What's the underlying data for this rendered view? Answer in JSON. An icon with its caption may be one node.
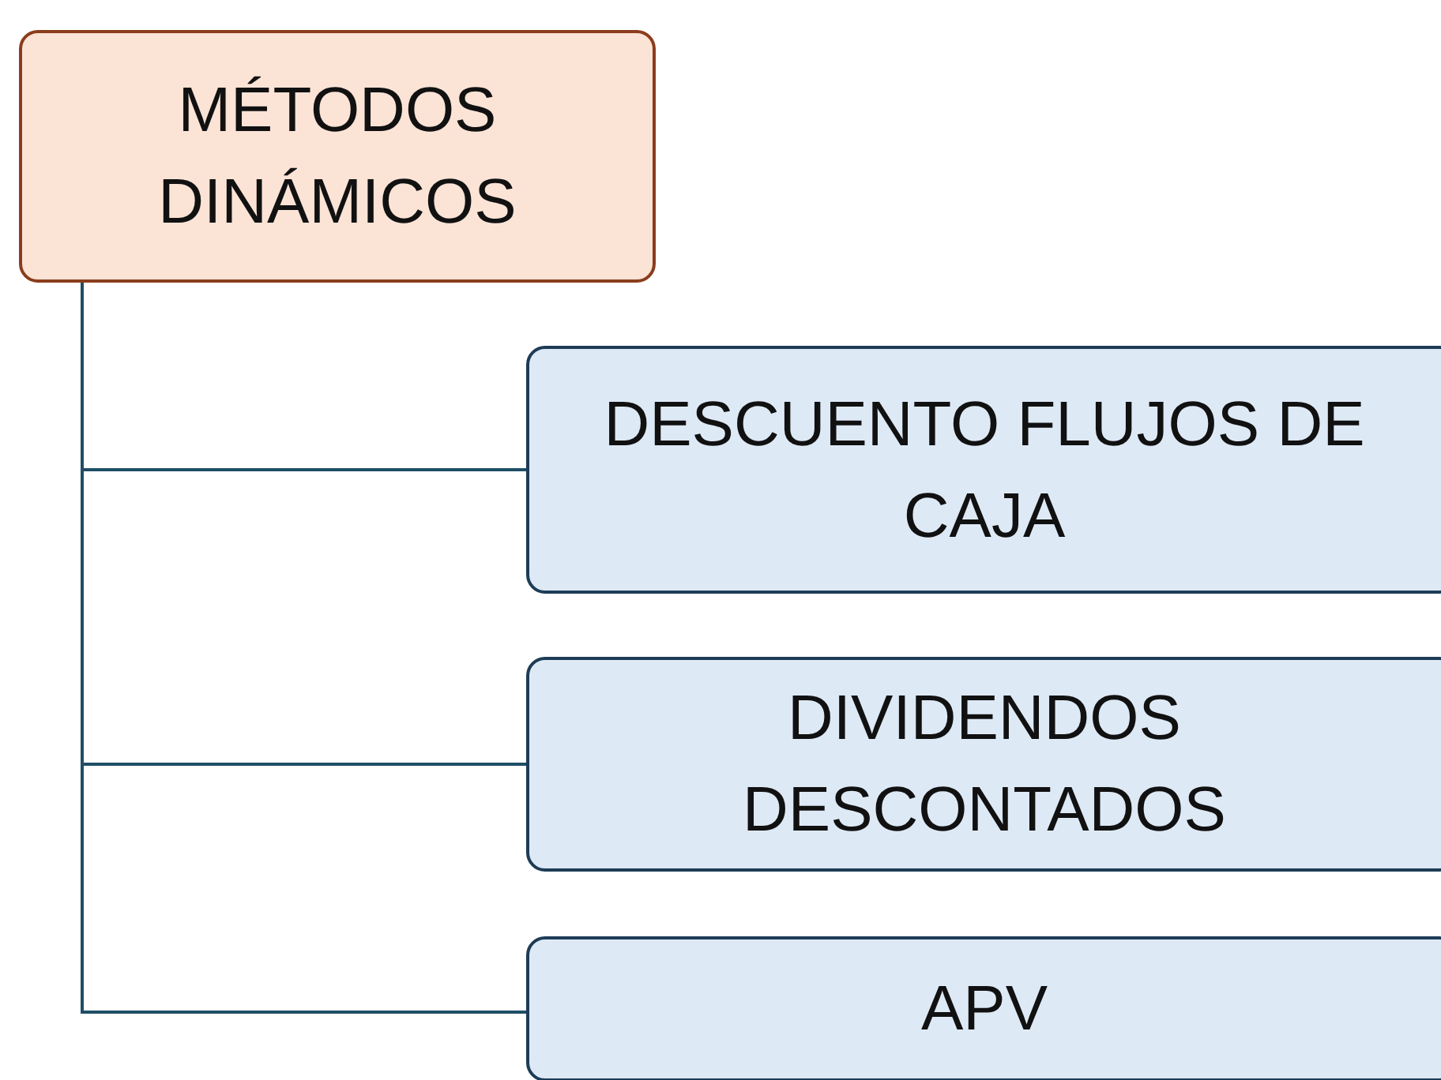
{
  "diagram": {
    "nodes": [
      {
        "text": [
          "MÉTODOS DINÁMICOS"
        ]
      },
      {
        "text": [
          "DESCUENTO FLUJOS DE CAJA"
        ]
      },
      {
        "text": [
          "DIVIDENDOS DESCONTADOS"
        ]
      },
      {
        "text": [
          "APV"
        ]
      }
    ],
    "edges": [
      {
        "from": 0,
        "to": 1,
        "arrow": "none"
      },
      {
        "from": 0,
        "to": 2,
        "arrow": "none"
      },
      {
        "from": 0,
        "to": 3,
        "arrow": "none"
      }
    ]
  }
}
